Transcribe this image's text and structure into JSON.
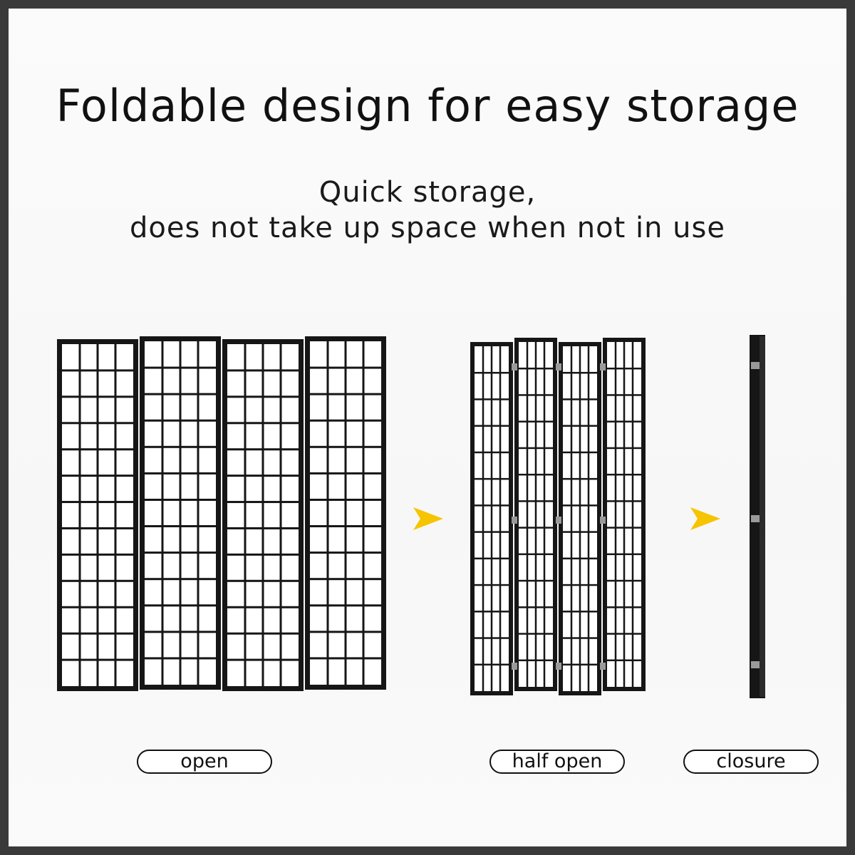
{
  "header": {
    "title": "Foldable design for easy storage",
    "subtitle_line1": "Quick storage,",
    "subtitle_line2": "does not take up space when not in use"
  },
  "labels": {
    "open": "open",
    "half_open": "half open",
    "closure": "closure"
  },
  "colors": {
    "frame": "#161616",
    "paper": "#ffffff",
    "arrow": "#f6c400",
    "hinge": "#9a9a9a"
  },
  "icons": {
    "arrow": "right-arrow-icon"
  }
}
